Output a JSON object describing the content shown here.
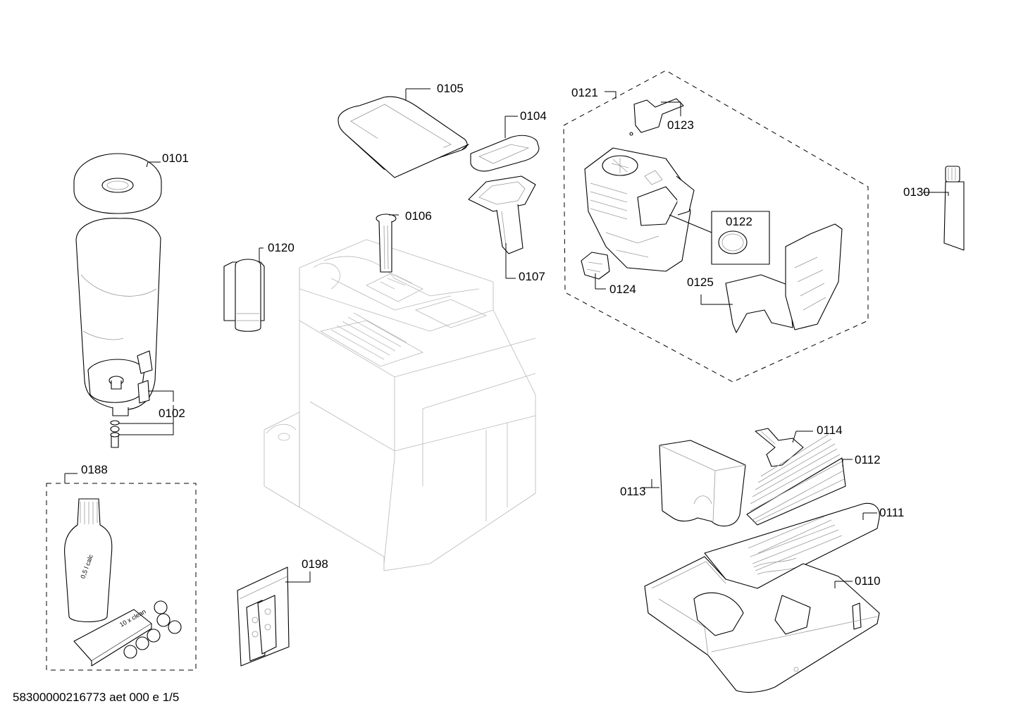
{
  "footer": "58300000216773 aet 000 e 1/5",
  "labels": {
    "p0101": "0101",
    "p0102": "0102",
    "p0104": "0104",
    "p0105": "0105",
    "p0106": "0106",
    "p0107": "0107",
    "p0110": "0110",
    "p0111": "0111",
    "p0112": "0112",
    "p0113": "0113",
    "p0114": "0114",
    "p0120": "0120",
    "p0121": "0121",
    "p0122": "0122",
    "p0123": "0123",
    "p0124": "0124",
    "p0125": "0125",
    "p0130": "0130",
    "p0188": "0188",
    "p0198": "0198"
  },
  "product_text": {
    "bottle": "0,5 l calc",
    "box": "10 x clean"
  }
}
